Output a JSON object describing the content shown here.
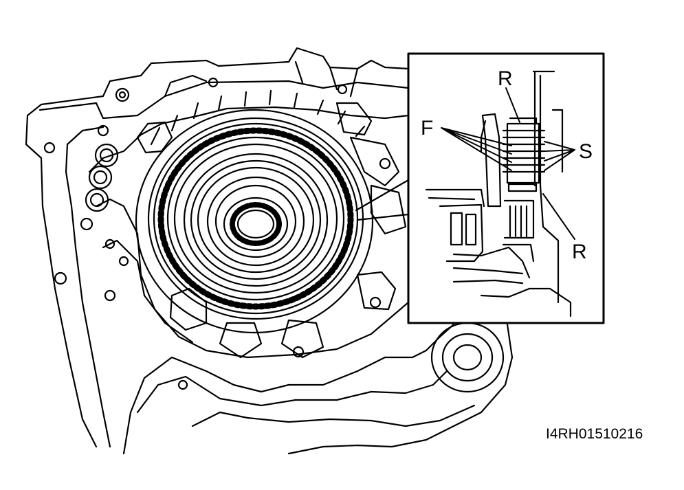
{
  "figure": {
    "code": "I4RH01510216",
    "callouts": {
      "r_top": "R",
      "f": "F",
      "s": "S",
      "r_bottom": "R"
    }
  },
  "colors": {
    "ink": "#000000",
    "paper": "#ffffff"
  }
}
